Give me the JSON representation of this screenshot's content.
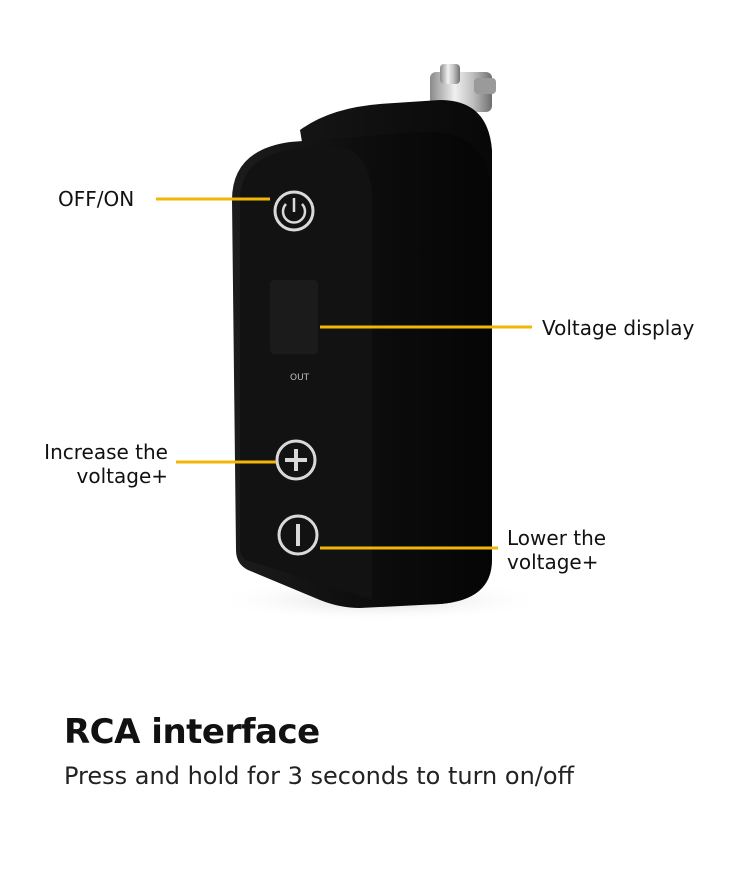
{
  "product": {
    "panel_label": "OUT",
    "colors": {
      "body": "#0d0d0d",
      "callout_line": "#f2b705",
      "button_ring": "#d9d9d9",
      "text": "#111111"
    },
    "icons": [
      "power-icon",
      "plus-icon",
      "minus-icon"
    ]
  },
  "callouts": {
    "power": "OFF/ON",
    "display": "Voltage display",
    "increase_line1": "Increase the",
    "increase_line2": "voltage+",
    "lower_line1": "Lower the",
    "lower_line2": "voltage+"
  },
  "caption": {
    "title": "RCA interface",
    "description": "Press and hold for 3 seconds to turn on/off"
  }
}
